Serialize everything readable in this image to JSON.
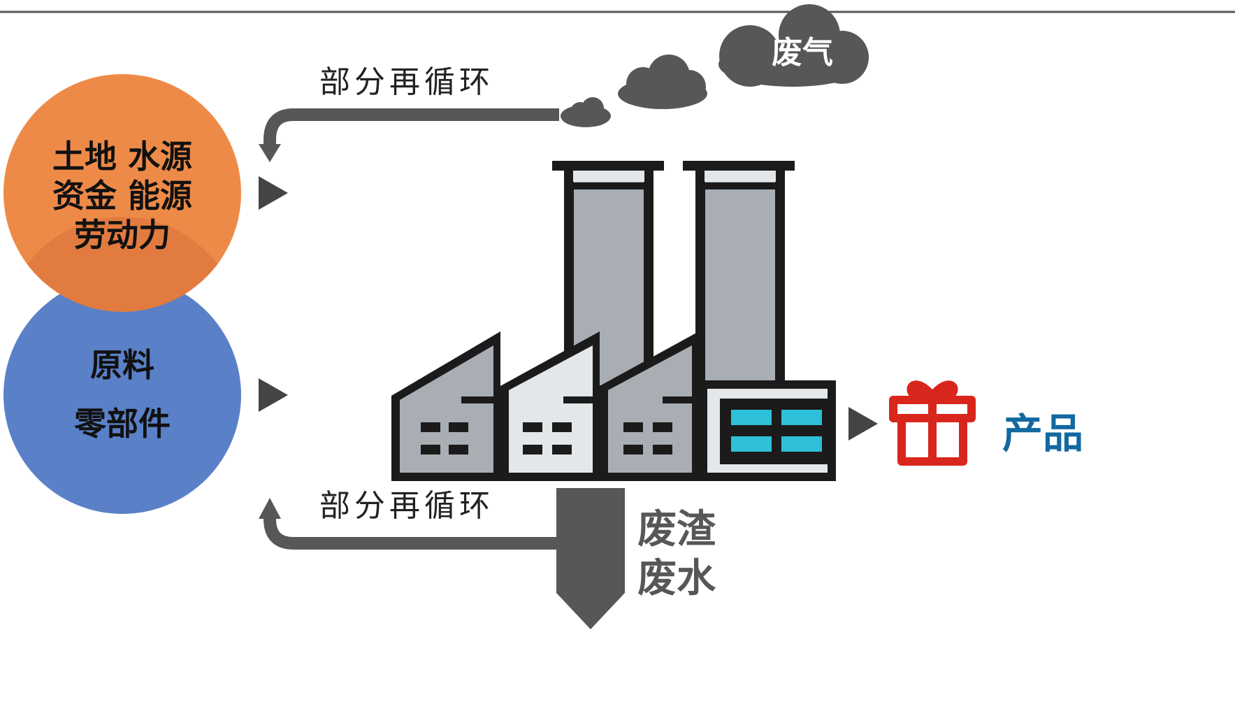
{
  "colors": {
    "orange": "#EE8A48",
    "blue": "#5A80C8",
    "dark_gray": "#575757",
    "steel_gray": "#A9AEB5",
    "light_gray": "#E3E7E9",
    "window_cyan": "#2EC0D8",
    "gift_red": "#D9261C",
    "product_blue": "#1268A0",
    "outline": "#1B1B1B"
  },
  "inputs": {
    "resources_line1": "土地 水源",
    "resources_line2": "资金 能源",
    "resources_line3": "劳动力",
    "materials_line1": "原料",
    "materials_line2": "零部件"
  },
  "recycle": {
    "top_label": "部分再循环",
    "bottom_label": "部分再循环"
  },
  "outputs": {
    "gas": "废气",
    "waste_line1": "废渣",
    "waste_line2": "废水",
    "product": "产品"
  },
  "icons": {
    "factory": "factory-icon",
    "gift": "gift-icon",
    "cloud": "cloud-icon"
  }
}
